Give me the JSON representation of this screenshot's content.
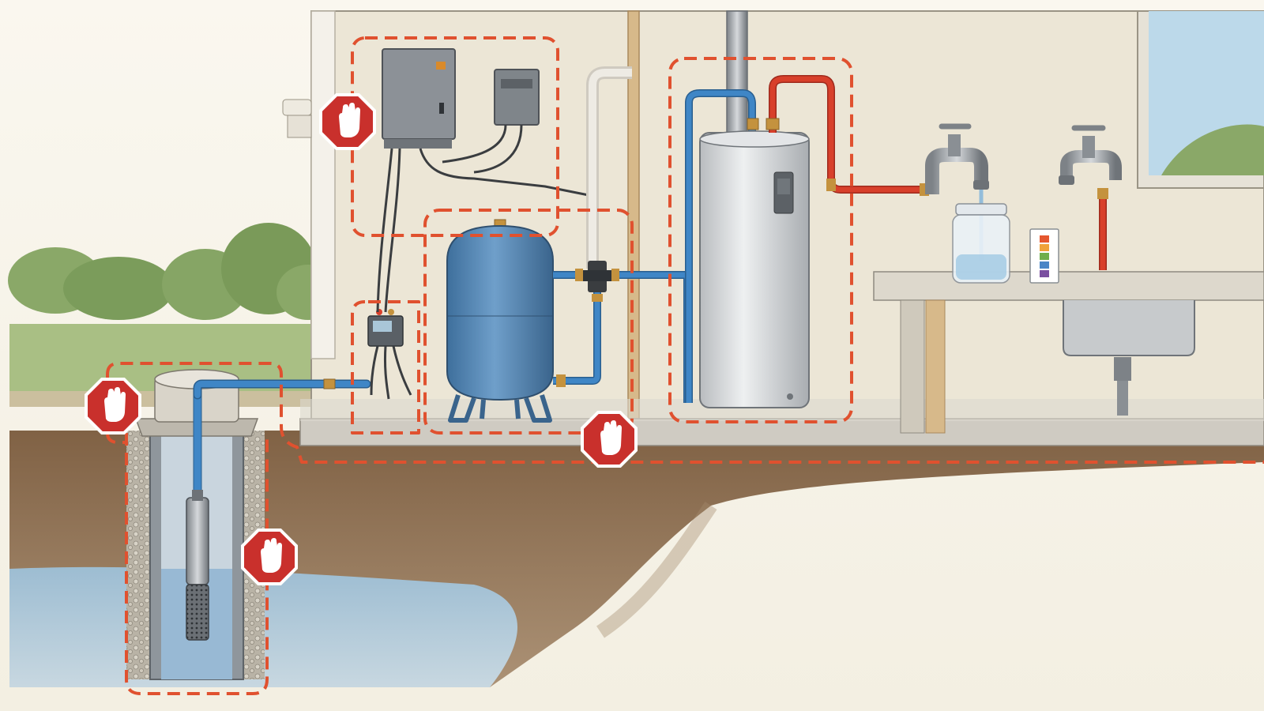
{
  "scene": {
    "components": [
      {
        "id": "well",
        "icon": "submersible-pump-icon"
      },
      {
        "id": "pressure-switch",
        "icon": "pressure-switch-icon"
      },
      {
        "id": "control-box",
        "icon": "electrical-panel-icon"
      },
      {
        "id": "pressure-tank",
        "icon": "pressure-tank-icon"
      },
      {
        "id": "water-heater",
        "icon": "water-heater-icon"
      },
      {
        "id": "faucets",
        "icon": "faucet-icon"
      },
      {
        "id": "sample-jar",
        "icon": "water-jar-icon"
      },
      {
        "id": "test-strip",
        "icon": "test-strip-icon"
      }
    ],
    "stop_markers": 5,
    "colors": {
      "cold_line": "#3f86c6",
      "hot_line": "#d8402b",
      "zone_outline": "#e0512f",
      "stop_sign": "#c9302c",
      "groundwater": "#8fb4cf",
      "wall": "#ece6d6"
    },
    "test_strip_pads": [
      "#e5572f",
      "#f0a23a",
      "#6fae4a",
      "#4a86c6",
      "#7a4fa0"
    ]
  }
}
